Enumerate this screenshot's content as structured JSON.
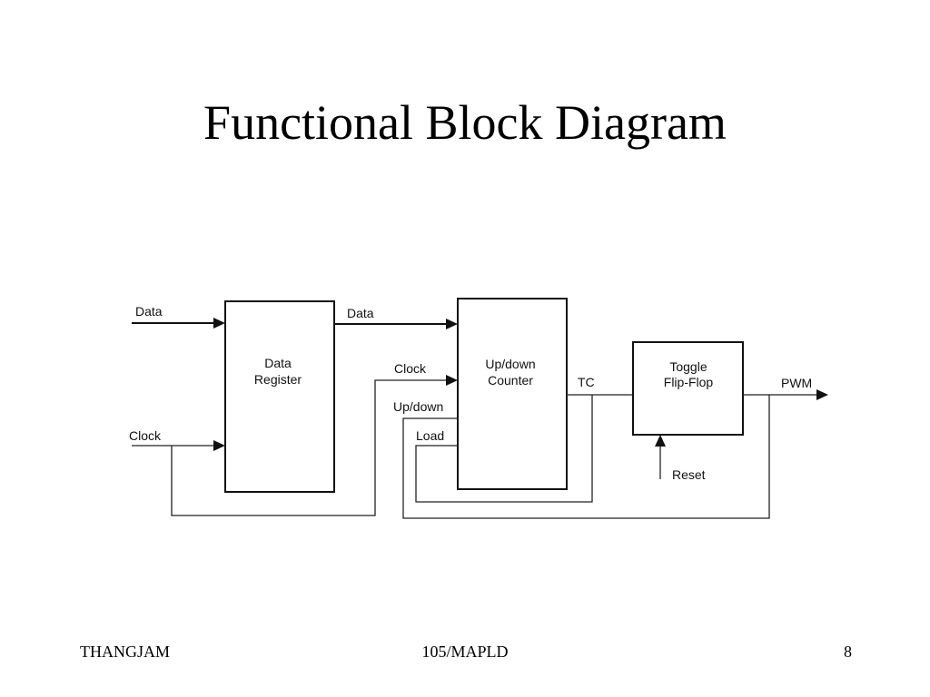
{
  "title": "Functional Block Diagram",
  "blocks": {
    "data_register": [
      "Data",
      "Register"
    ],
    "counter": [
      "Up/down",
      "Counter"
    ],
    "toggle": [
      "Toggle",
      "Flip-Flop"
    ]
  },
  "signals": {
    "data_in": "Data",
    "clock_in": "Clock",
    "data_mid": "Data",
    "clock_mid": "Clock",
    "updown": "Up/down",
    "load": "Load",
    "tc": "TC",
    "pwm": "PWM",
    "reset": "Reset"
  },
  "footer": {
    "left": "THANGJAM",
    "center": "105/MAPLD",
    "right": "8"
  }
}
